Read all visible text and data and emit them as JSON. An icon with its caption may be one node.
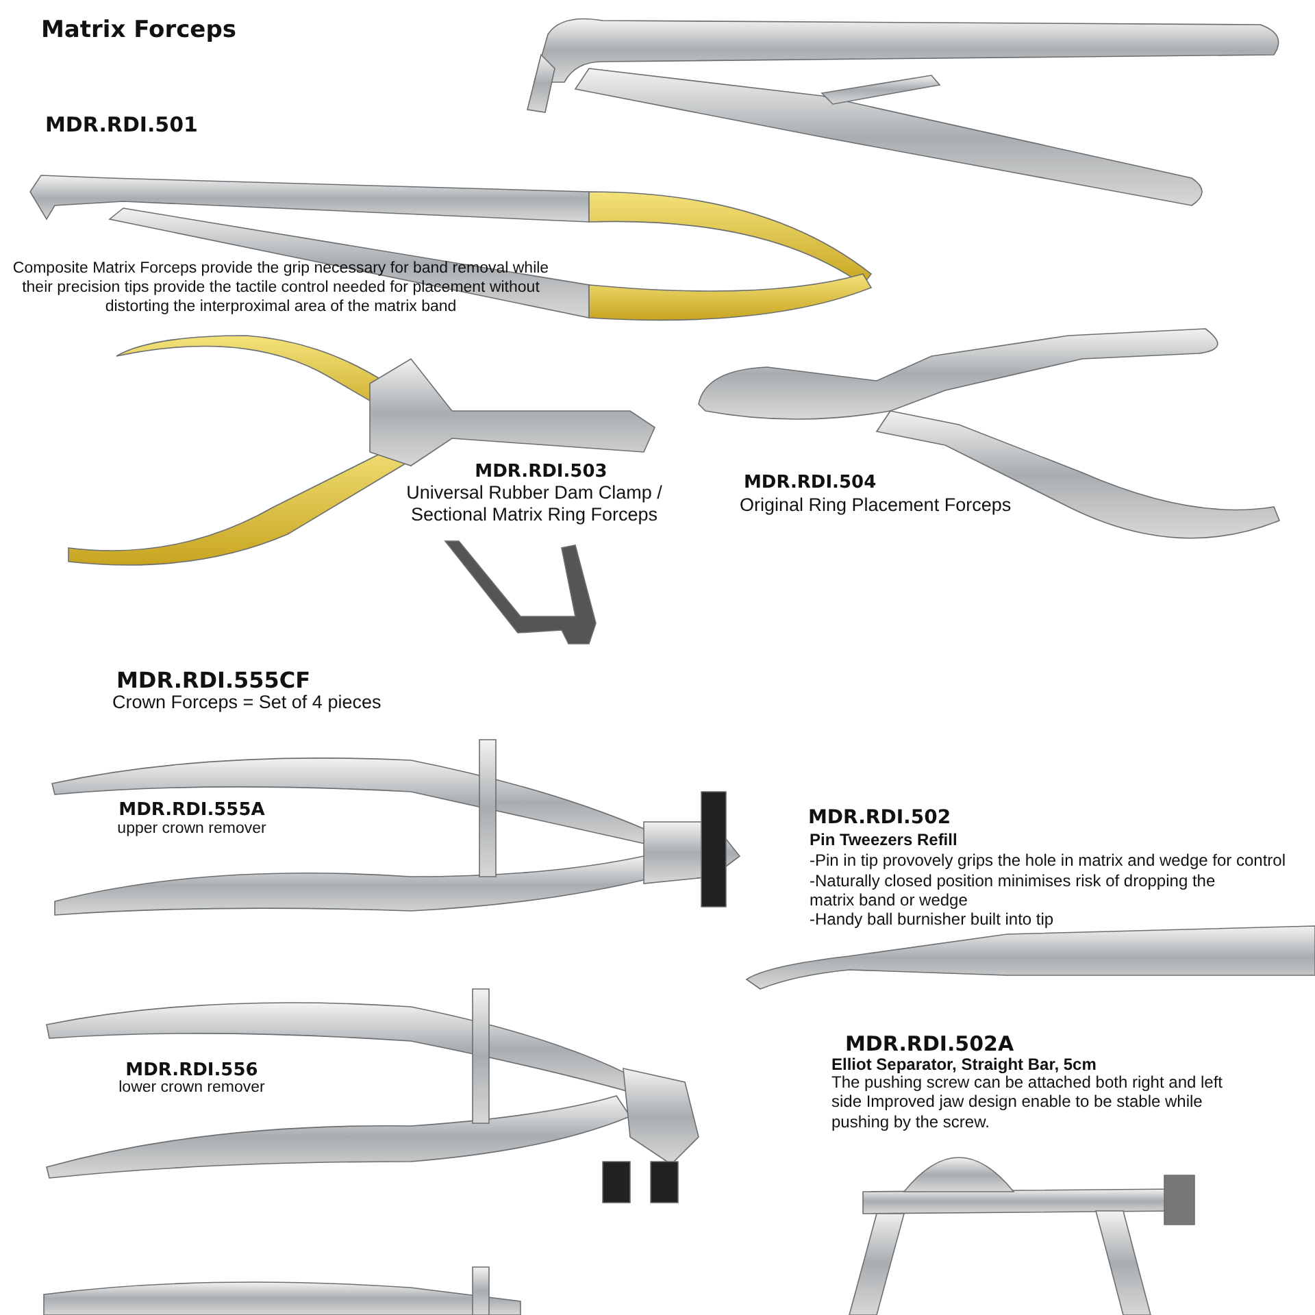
{
  "diagram": {
    "title": "Matrix Forceps",
    "labels": [
      "MDR.RDI.501",
      "Composite Matrix Forceps provide the grip necessary for band removal while their precision tips provide the tactile control needed for placement without distorting the interproximal area of the matrix band",
      "MDR.RDI.503",
      "Universal Rubber Dam Clamp / Sectional Matrix Ring Forceps",
      "MDR.RDI.504",
      "Original Ring Placement Forceps",
      "MDR.RDI.555CF",
      "Crown Forceps = Set of 4 pieces",
      "MDR.RDI.555A",
      "upper crown remover",
      "MDR.RDI.502",
      "Pin Tweezers Refill",
      "-Pin in tip provovely grips the hole in matrix and wedge for control",
      "-Naturally closed position minimises risk of dropping the matrix band or wedge",
      "-Handy ball burnisher built into tip",
      "MDR.RDI.556",
      "lower crown remover",
      "MDR.RDI.502A",
      "Elliot Separator, Straight Bar, 5cm",
      "The pushing screw can be attached both right and left side Improved jaw design enable to be stable while pushing by the screw."
    ]
  }
}
